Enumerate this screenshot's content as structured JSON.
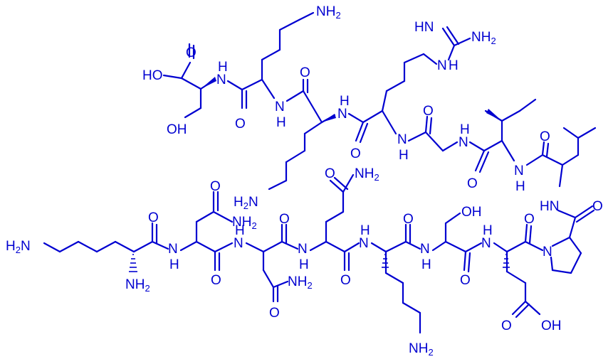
{
  "diagram": {
    "type": "chemical-structure",
    "colors": {
      "structure": "#0000d0",
      "background": "#ffffff"
    },
    "labels": {
      "hooc_top": "HO",
      "o_acid_top": "O",
      "nh_thr": "N",
      "h_thr": "H",
      "oh_thr": "OH",
      "o_lys1": "O",
      "nh2_lys1_text": "NH",
      "nh2_lys1_sub": "2",
      "nh_lys1": "N",
      "h_lys1": "H",
      "o_lys2": "O",
      "nh_lys2": "N",
      "h_lys2": "H",
      "h2n_lys2_text": "H",
      "h2n_lys2_sub": "2",
      "h2n_lys2_n": "N",
      "o_arg": "O",
      "nh_arg": "N",
      "h_arg": "H",
      "hn_guan": "HN",
      "nh2_guan_text": "NH",
      "nh2_guan_sub": "2",
      "hn_arg_side": "N",
      "h_arg_side": "H",
      "o_gly": "O",
      "nh_gly": "N",
      "h_gly": "H",
      "o_ile": "O",
      "nh_ile": "N",
      "h_ile": "H",
      "o_leu": "O",
      "hn_leu": "HN",
      "o_pro": "O",
      "n_pro": "N",
      "h2n_left_text": "H",
      "h2n_left_sub": "2",
      "h2n_left_n": "N",
      "nh2_lysN_text": "NH",
      "nh2_lysN_sub": "2",
      "o_lysN": "O",
      "nh_asn1": "N",
      "h_asn1": "H",
      "o_asn1_side": "O",
      "nh2_asn1_text": "NH",
      "nh2_asn1_sub": "2",
      "o_asn1": "O",
      "nh_asn2": "N",
      "h_asn2": "H",
      "o_asn2": "O",
      "o_asn2_side": "O",
      "nh2_asn2_text": "NH",
      "nh2_asn2_sub": "2",
      "nh_gln": "N",
      "h_gln": "H",
      "o_gln_side": "O",
      "nh2_gln_text": "NH",
      "nh2_gln_sub": "2",
      "o_gln": "O",
      "nh_lys3": "N",
      "h_lys3": "H",
      "nh2_lys3_text": "NH",
      "nh2_lys3_sub": "2",
      "o_lys3": "O",
      "nh_ser": "N",
      "h_ser": "H",
      "oh_ser": "OH",
      "o_ser": "O",
      "nh_glu": "N",
      "h_glu": "H",
      "o_glu": "O",
      "o_glu_side": "O",
      "oh_glu_side": "OH"
    }
  }
}
